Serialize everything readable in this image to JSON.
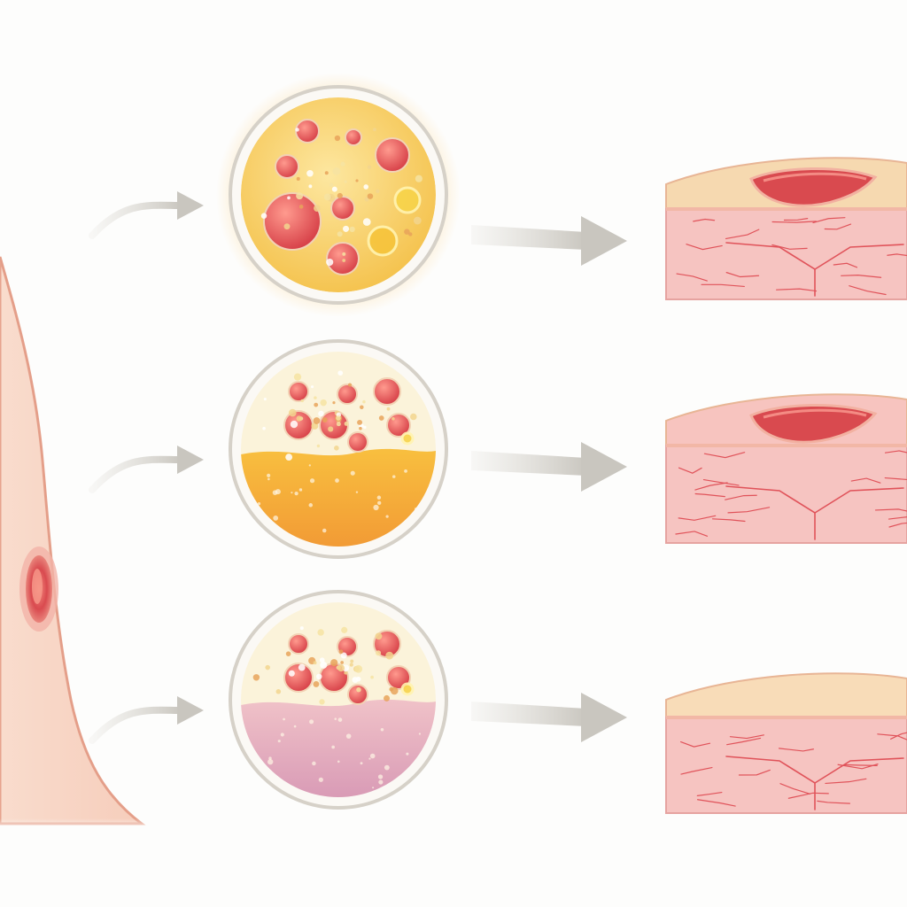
{
  "diagram": {
    "stages": [
      {
        "id": "stage-1",
        "microscope_fill": "#f7c94a",
        "tissue": {
          "top_layer": "#f6d9b0",
          "wound_open": true
        }
      },
      {
        "id": "stage-2",
        "microscope_fill": "#f4ad35",
        "tissue": {
          "top_layer": "#f7c4bf",
          "wound_open": true
        }
      },
      {
        "id": "stage-3",
        "microscope_fill": "#d9a0b5",
        "tissue": {
          "top_layer": "#f8dcb8",
          "wound_open": false
        }
      }
    ],
    "colors": {
      "skin": "#f8d3c3",
      "skin_outline": "#e6a48e",
      "wound": "#d94a4f",
      "cell_red": "#e8575a",
      "dermis": "#f6c4c1",
      "vessel": "#e0535a",
      "arrow": "#c9c6bf",
      "dish_rim": "#d6d1c8"
    },
    "icons": {
      "limb": "leg-with-wound-icon",
      "arrow": "curved-arrow-icon",
      "dish": "microscope-view-icon",
      "tissue": "skin-cross-section-icon"
    }
  }
}
